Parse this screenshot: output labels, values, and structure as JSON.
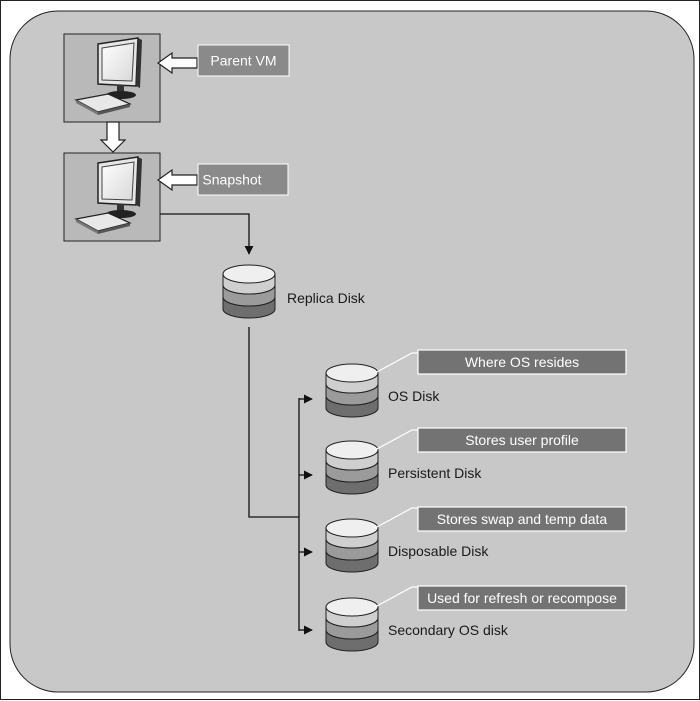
{
  "nodes": {
    "parent_vm": {
      "label": "Parent VM"
    },
    "snapshot": {
      "label": "Snapshot"
    },
    "replica_disk": {
      "label": "Replica Disk"
    }
  },
  "disks": [
    {
      "label": "OS Disk",
      "description": "Where OS resides"
    },
    {
      "label": "Persistent Disk",
      "description": "Stores user profile"
    },
    {
      "label": "Disposable Disk",
      "description": "Stores swap and temp data"
    },
    {
      "label": "Secondary OS disk",
      "description": "Used for refresh or recompose"
    }
  ],
  "colors": {
    "panel": "#c8c8c8",
    "box": "#b8b8b8",
    "callout_fill": "#8a8a8a",
    "info_fill": "#737373",
    "line": "#111111"
  }
}
